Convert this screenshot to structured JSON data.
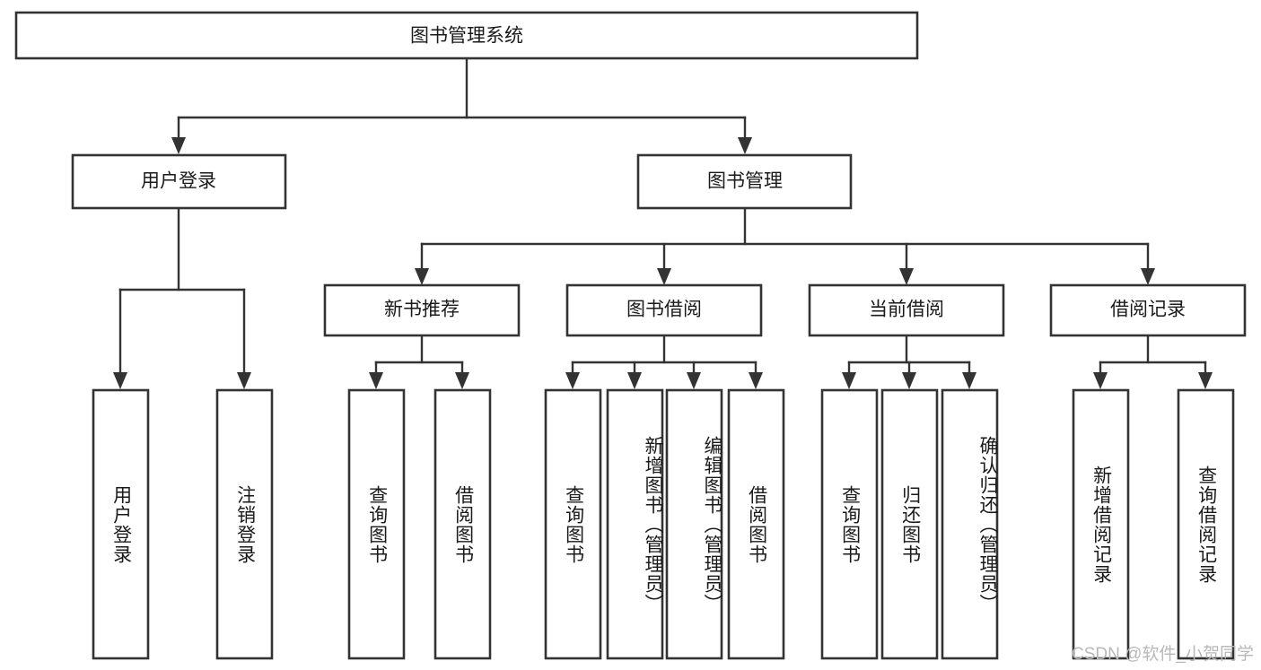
{
  "diagram": {
    "type": "tree",
    "title": "图书管理系统",
    "root": {
      "id": "root",
      "label": "图书管理系统",
      "orientation": "horizontal"
    },
    "level2": [
      {
        "id": "user-login",
        "label": "用户登录",
        "orientation": "horizontal"
      },
      {
        "id": "book-management",
        "label": "图书管理",
        "orientation": "horizontal"
      }
    ],
    "level3": [
      {
        "id": "new-book-recommend",
        "label": "新书推荐",
        "orientation": "horizontal",
        "parent": "book-management"
      },
      {
        "id": "book-borrow",
        "label": "图书借阅",
        "orientation": "horizontal",
        "parent": "book-management"
      },
      {
        "id": "current-borrow",
        "label": "当前借阅",
        "orientation": "horizontal",
        "parent": "book-management"
      },
      {
        "id": "borrow-record",
        "label": "借阅记录",
        "orientation": "horizontal",
        "parent": "book-management"
      }
    ],
    "leaves": [
      {
        "id": "leaf-user-login",
        "label": "用户登录",
        "orientation": "vertical",
        "parent": "user-login"
      },
      {
        "id": "leaf-logout-login",
        "label": "注销登录",
        "orientation": "vertical",
        "parent": "user-login"
      },
      {
        "id": "leaf-query-book-1",
        "label": "查询图书",
        "orientation": "vertical",
        "parent": "new-book-recommend"
      },
      {
        "id": "leaf-borrow-book-1",
        "label": "借阅图书",
        "orientation": "vertical",
        "parent": "new-book-recommend"
      },
      {
        "id": "leaf-query-book-2",
        "label": "查询图书",
        "orientation": "vertical",
        "parent": "book-borrow"
      },
      {
        "id": "leaf-add-book",
        "label": "新增图书（管理员）",
        "orientation": "vertical",
        "parent": "book-borrow"
      },
      {
        "id": "leaf-edit-book",
        "label": "编辑图书（管理员）",
        "orientation": "vertical",
        "parent": "book-borrow"
      },
      {
        "id": "leaf-borrow-book-2",
        "label": "借阅图书",
        "orientation": "vertical",
        "parent": "book-borrow"
      },
      {
        "id": "leaf-query-book-3",
        "label": "查询图书",
        "orientation": "vertical",
        "parent": "current-borrow"
      },
      {
        "id": "leaf-return-book",
        "label": "归还图书",
        "orientation": "vertical",
        "parent": "current-borrow"
      },
      {
        "id": "leaf-confirm-return",
        "label": "确认归还（管理员）",
        "orientation": "vertical",
        "parent": "current-borrow"
      },
      {
        "id": "leaf-add-record",
        "label": "新增借阅记录",
        "orientation": "vertical",
        "parent": "borrow-record"
      },
      {
        "id": "leaf-query-record",
        "label": "查询借阅记录",
        "orientation": "vertical",
        "parent": "borrow-record"
      }
    ]
  },
  "watermark": {
    "text": "CSDN @软件_小贺同学"
  },
  "colors": {
    "box_stroke": "#333333",
    "box_fill": "#ffffff",
    "text": "#1a1a1a",
    "connector": "#333333",
    "background": "#ffffff",
    "watermark": "#b8b8b8"
  }
}
